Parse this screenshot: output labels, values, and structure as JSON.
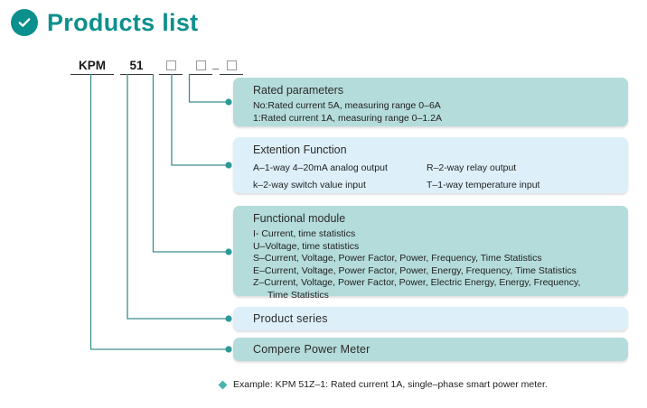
{
  "header": {
    "title": "Products list",
    "icon": "check-circle-icon"
  },
  "code": {
    "parts": [
      "KPM",
      "51"
    ],
    "kpm": "KPM",
    "series": "51",
    "dash": "–"
  },
  "colors": {
    "teal_panel": "#b4dcda",
    "blue_panel": "#ddf0fa",
    "accent": "#0c908d",
    "connector": "#3a8f8c"
  },
  "panels": {
    "rated": {
      "title": "Rated parameters",
      "lines": [
        "No:Rated current 5A, measuring range 0–6A",
        "1:Rated current 1A, measuring range 0–1.2A"
      ]
    },
    "extension": {
      "title": "Extention Function",
      "col_left": [
        "A–1-way 4–20mA analog output",
        "k–2-way switch value input"
      ],
      "col_right": [
        "R–2-way relay output",
        "T–1-way temperature input"
      ]
    },
    "functional": {
      "title": "Functional module",
      "lines": [
        "I- Current, time statistics",
        "U–Voltage, time statistics",
        "S–Current, Voltage, Power Factor, Power, Frequency, Time Statistics",
        "E–Current, Voltage, Power Factor, Power, Energy, Frequency, Time Statistics",
        "Z–Current, Voltage, Power Factor, Power, Electric Energy, Energy, Frequency,"
      ],
      "wrap_line": "Time Statistics"
    },
    "series": {
      "label": "Product series"
    },
    "meter": {
      "label": "Compere  Power  Meter"
    }
  },
  "footnote": {
    "bullet": "diamond-bullet-icon",
    "text": "Example: KPM 51Z–1: Rated current 1A, single–phase smart power meter."
  }
}
